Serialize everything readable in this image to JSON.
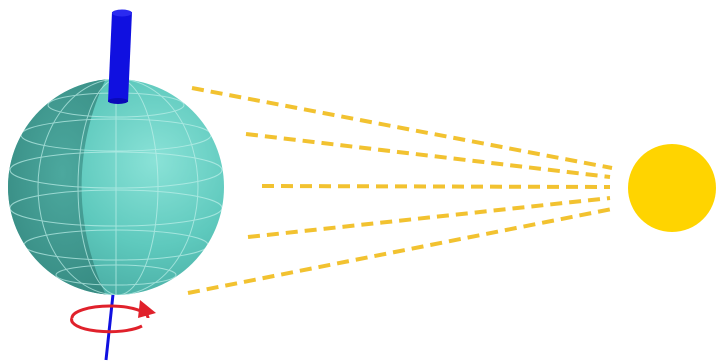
{
  "diagram": {
    "elements": [
      {
        "name": "earth-globe",
        "kind": "sphere",
        "color": "#5ec9bd"
      },
      {
        "name": "rotation-axis",
        "kind": "axis",
        "color": "#1010e0"
      },
      {
        "name": "rotation-arrow",
        "kind": "arrow",
        "color": "#e0212b"
      },
      {
        "name": "sun",
        "kind": "circle",
        "color": "#ffd400"
      },
      {
        "name": "sun-rays",
        "kind": "dashed-lines",
        "count": 5,
        "color": "#f2c230"
      }
    ]
  }
}
